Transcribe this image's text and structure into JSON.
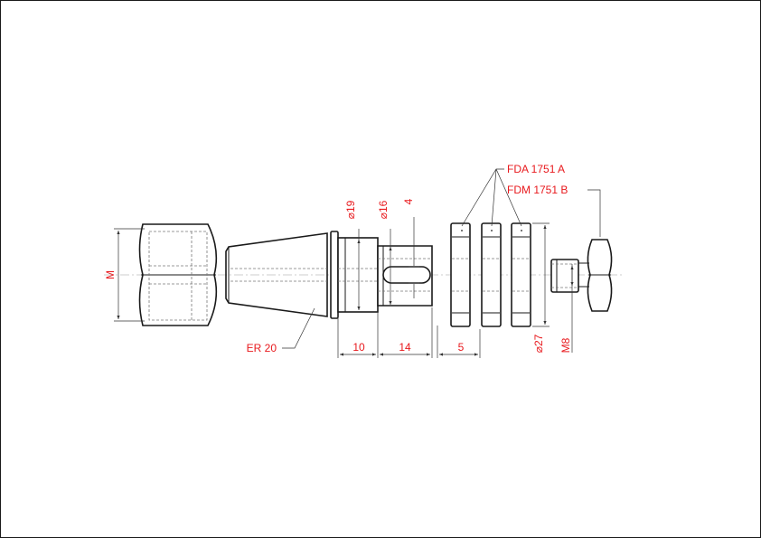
{
  "labels": {
    "thread_nut": "M",
    "collet": "ER 20",
    "dia_19": "⌀19",
    "dia_16": "⌀16",
    "key_width": "4",
    "len_10": "10",
    "len_14": "14",
    "len_5": "5",
    "dia_27": "⌀27",
    "screw_thread": "M8",
    "part_a": "FDA 1751 A",
    "part_b": "FDM 1751 B"
  }
}
